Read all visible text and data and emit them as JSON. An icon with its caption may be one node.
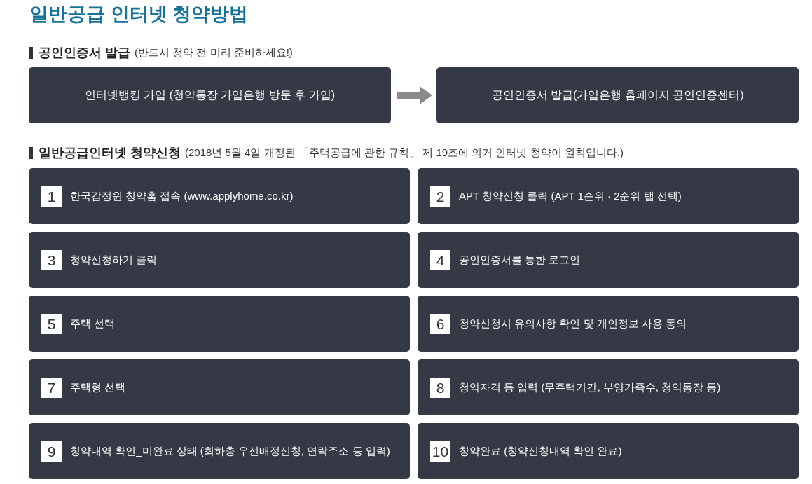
{
  "diagram": {
    "title": "일반공급 인터넷 청약방법",
    "nodes": [
      {
        "text": [
          "인터넷뱅킹 가입 (청약통장 가입은행 방문 후 가입)"
        ]
      },
      {
        "text": [
          "공인인증서 발급(가입은행 홈페이지 공인인증센터)"
        ]
      },
      {
        "text": [
          "1",
          "한국감정원 청약홈 접속 (www.applyhome.co.kr)"
        ]
      },
      {
        "text": [
          "2",
          "APT 청약신청 클릭 (APT 1순위 · 2순위 탭 선택)"
        ]
      },
      {
        "text": [
          "3",
          "청약신청하기 클릭"
        ]
      },
      {
        "text": [
          "4",
          "공인인증서를 통한 로그인"
        ]
      },
      {
        "text": [
          "5",
          "주택 선택"
        ]
      },
      {
        "text": [
          "6",
          "청약신청시 유의사항 확인 및 개인정보 사용 동의"
        ]
      },
      {
        "text": [
          "7",
          "주택형 선택"
        ]
      },
      {
        "text": [
          "8",
          "청약자격 등 입력 (무주택기간, 부양가족수, 청약통장 등)"
        ]
      },
      {
        "text": [
          "9",
          "청약내역 확인_미완료 상태 (최하층 우선배정신청, 연락주소 등 입력)"
        ]
      },
      {
        "text": [
          "10",
          "청약완료 (청약신청내역 확인 완료)"
        ]
      }
    ],
    "edges": [
      {
        "from": 0,
        "to": 1,
        "arrow": "to"
      }
    ],
    "labels": [
      "공인인증서 발급",
      "(반드시 청약 전 미리 준비하세요!)",
      "일반공급인터넷 청약신청",
      "(2018년 5월 4일 개정된 「주택공급에 관한 규칙」 제 19조에 의거 인터넷 청약이 원칙입니다.)"
    ]
  }
}
